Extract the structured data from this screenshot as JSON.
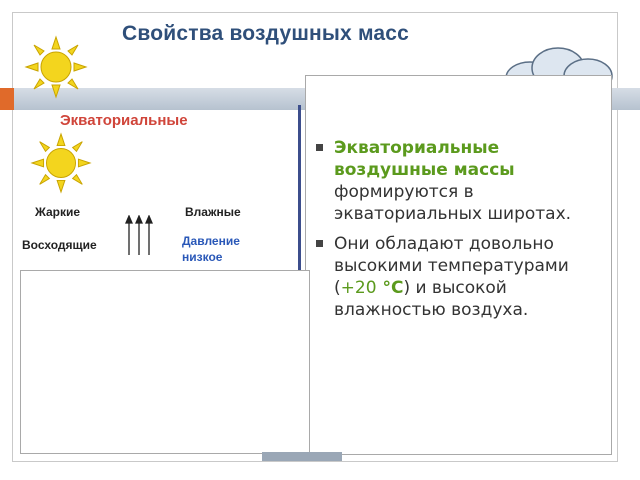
{
  "slide": {
    "title": "Свойства воздушных масс"
  },
  "diagram": {
    "equatorial_label": "Экваториальные",
    "hot_label": "Жаркие",
    "humid_label": "Влажные",
    "rising_label": "Восходящие",
    "pressure_line1": "Давление",
    "pressure_line2": "низкое"
  },
  "content": {
    "bullet1": {
      "highlight": "Экваториальные воздушные массы",
      "rest": " формируются в экваториальных широтах."
    },
    "bullet2": {
      "part1": "Они обладают довольно высокими температурами (",
      "temp_value": "+20",
      "temp_unit": " °С",
      "part2": ") и высокой влажностью воздуха."
    }
  },
  "colors": {
    "title": "#2f4f7a",
    "equatorial_label": "#d0453a",
    "pressure_label": "#2a58b8",
    "highlight": "#5b9a1d",
    "accent_band": "#e06a2a"
  }
}
